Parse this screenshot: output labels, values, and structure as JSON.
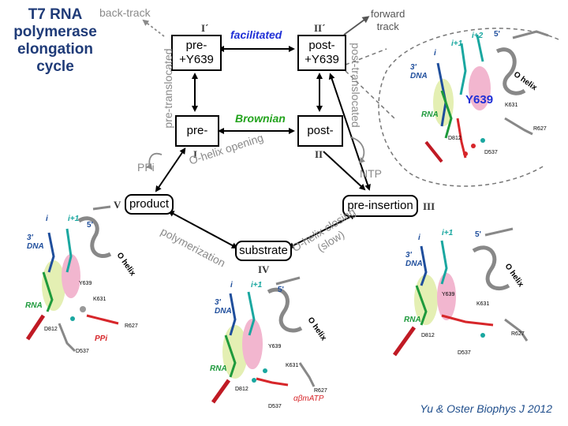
{
  "title": "T7 RNA polymerase elongation cycle",
  "title_lines": [
    "T7 RNA",
    "polymerase",
    "elongation",
    "cycle"
  ],
  "states": {
    "pre_y639": {
      "line1": "pre-",
      "line2": "+Y639",
      "roman": "I´"
    },
    "post_y639": {
      "line1": "post-",
      "line2": "+Y639",
      "roman": "II´"
    },
    "pre": {
      "label": "pre-",
      "roman": "I"
    },
    "post": {
      "label": "post-",
      "roman": "II"
    },
    "product": {
      "label": "product",
      "roman": "V"
    },
    "pre_insertion": {
      "label": "pre-insertion",
      "roman": "III"
    },
    "substrate": {
      "label": "substrate",
      "roman": "IV"
    }
  },
  "transitions": {
    "facilitated": "facilitated",
    "brownian": "Brownian",
    "back_track": "back-track",
    "forward_track_1": "forward",
    "forward_track_2": "track",
    "pre_translocated": "pre-translocated",
    "post_translocated": "post-translocated",
    "o_helix_opening": "O-helix opening",
    "ppi": "PPi",
    "ntp": "NTP",
    "polymerization": "polymerization",
    "o_helix_closing_1": "O-helix closing",
    "o_helix_closing_2": "(slow)"
  },
  "structure_labels": {
    "i": "i",
    "i_plus_1": "i+1",
    "i_plus_2": "i+2",
    "five_prime": "5'",
    "three_prime_dna_1": "3'",
    "three_prime_dna_2": "DNA",
    "rna": "RNA",
    "o_helix": "O helix",
    "y639": "Y639",
    "k631": "K631",
    "r627": "R627",
    "d812": "D812",
    "d537": "D537",
    "ppi": "PPi",
    "abmatp": "αβmATP"
  },
  "citation": "Yu & Oster  Biophys J 2012",
  "colors": {
    "title": "#1f3b78",
    "facilitated": "#1f2fd6",
    "brownian": "#23a31d",
    "grey": "#8a8a8a",
    "dna_blue": "#1f4e9c",
    "rna_green": "#1e9a3c",
    "teal": "#1aa7a0",
    "red": "#d7262a",
    "pink_highlight": "#f2b6cf",
    "green_highlight": "#e4efb3"
  }
}
